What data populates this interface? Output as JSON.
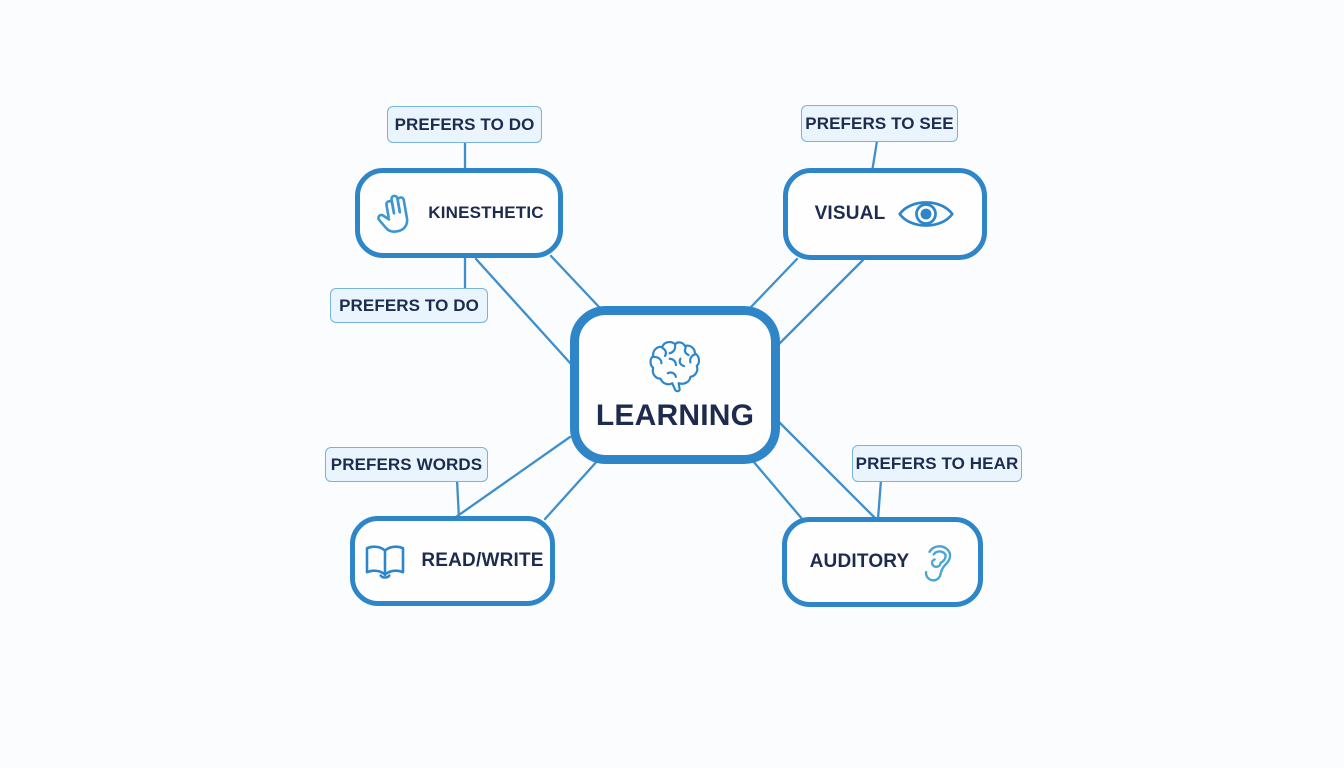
{
  "center": {
    "label": "LEARNING",
    "icon": "brain-icon"
  },
  "nodes": {
    "kinesthetic": {
      "label": "KINESTHETIC",
      "icon": "hand-icon",
      "tag_top": "PREFERS TO DO",
      "tag_bottom": "PREFERS TO DO"
    },
    "visual": {
      "label": "VISUAL",
      "icon": "eye-icon",
      "tag": "PREFERS TO SEE"
    },
    "readwrite": {
      "label": "READ/WRITE",
      "icon": "book-icon",
      "tag": "PREFERS WORDS"
    },
    "auditory": {
      "label": "AUDITORY",
      "icon": "ear-icon",
      "tag": "PREFERS TO HEAR"
    }
  },
  "colors": {
    "node_border": "#2e86c9",
    "line": "#3e8fcb",
    "tag_bg": "#e9f4fc",
    "tag_border": "#79b3da",
    "text": "#1d2b4e",
    "icon_blue": "#3e97d1",
    "icon_light": "#4aa5d2",
    "background": "#fbfcfd"
  }
}
